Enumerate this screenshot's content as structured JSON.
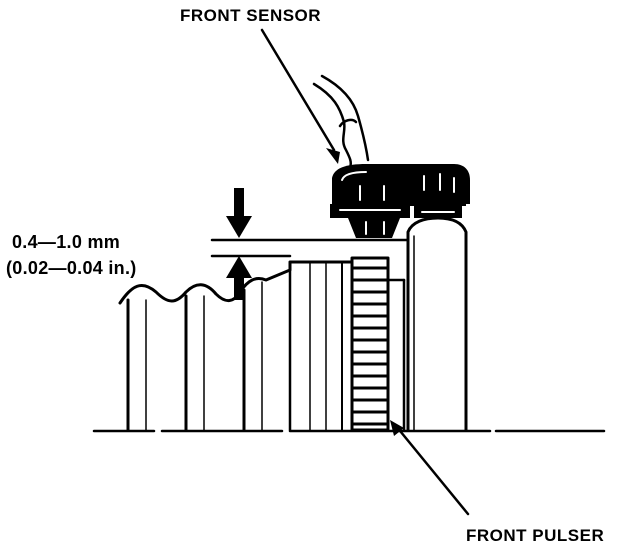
{
  "labels": {
    "front_sensor": "FRONT SENSOR",
    "front_pulser": "FRONT PULSER",
    "gap_mm": "0.4—1.0 mm",
    "gap_in": "(0.02—0.04 in.)"
  }
}
